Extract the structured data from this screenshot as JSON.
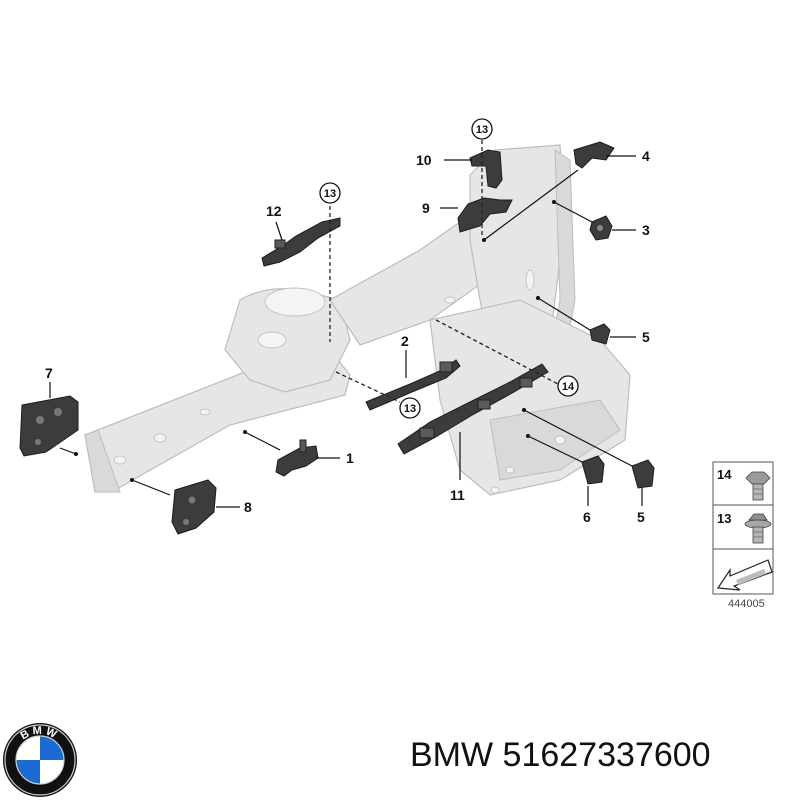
{
  "callouts": {
    "c1": "1",
    "c2": "2",
    "c3": "3",
    "c4": "4",
    "c5a": "5",
    "c5b": "5",
    "c6": "6",
    "c7": "7",
    "c8": "8",
    "c9": "9",
    "c10": "10",
    "c11": "11",
    "c12": "12",
    "c13a": "13",
    "c13b": "13",
    "c13c": "13",
    "c14": "14"
  },
  "legend": {
    "row1_number": "14",
    "row2_number": "13",
    "reference_number": "444005"
  },
  "brand": {
    "logo_letters": "BMW",
    "name": "BMW",
    "part_number": "51627337600"
  },
  "colors": {
    "frame": "#e6e6e6",
    "parts": "#3c3c3c",
    "logo_blue": "#1c69d4",
    "logo_black": "#111111"
  },
  "icons": {
    "logo": "bmw-roundel",
    "fastener_14": "hex-bolt-icon",
    "fastener_13": "flange-bolt-icon",
    "direction": "arrow-forward-icon"
  }
}
